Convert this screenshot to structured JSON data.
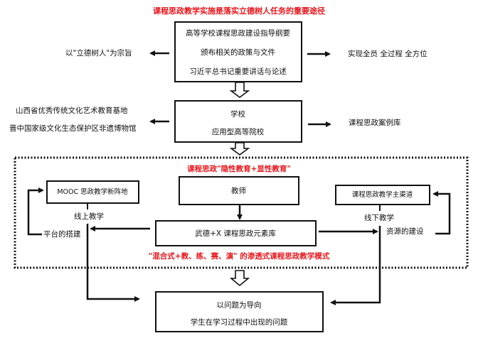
{
  "title": "课程思政教学实施是落实立德树人任务的重要途径",
  "colors": {
    "accent_red": "#e8141a",
    "line": "#111111"
  },
  "top_box": {
    "lines": [
      "高等学校课程思政建设指导纲要",
      "颁布相关的政策与文件",
      "习近平总书记重要讲话与论述"
    ]
  },
  "top_left_note": "以\"立德树人\"为宗旨",
  "top_right_note": "实现全员  全过程  全方位",
  "school_box": {
    "lines": [
      "学校",
      "应用型高等院校"
    ]
  },
  "school_left_notes": [
    "山西省优秀传统文化艺术教育基地",
    "晋中国家级文化生态保护区非遗博物馆"
  ],
  "school_right_note": "课程思政案例库",
  "frame": {
    "subtitle": "课程思政\"隐性教育+显性教育\"",
    "teacher_box": "教师",
    "mooc_box": "MOOC 思政教学新阵地",
    "main_channel_box": "课程思政教学主渠道",
    "element_box": "武德+X 课程思政元素库",
    "online_label": "线上教学",
    "offline_label": "线下教学",
    "platform_label": "平台的搭建",
    "resource_label": "资源的建设",
    "mode_caption": "\"混合式+教、练、赛、演\" 的渗透式课程思政教学模式"
  },
  "bottom_box": {
    "lines": [
      "以问题为导向",
      "学生在学习过程中出现的问题"
    ]
  }
}
